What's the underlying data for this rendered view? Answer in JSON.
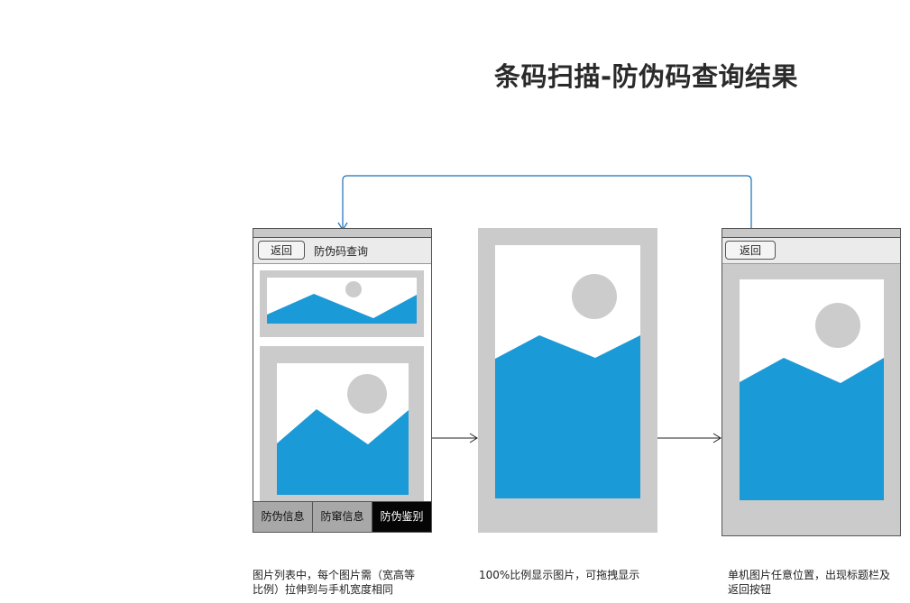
{
  "title": "条码扫描-防伪码查询结果",
  "screen1": {
    "back_label": "返回",
    "bar_title": "防伪码查询",
    "tabs": [
      {
        "label": "防伪信息",
        "active": false
      },
      {
        "label": "防窜信息",
        "active": false
      },
      {
        "label": "防伪鉴别",
        "active": true
      }
    ]
  },
  "screen3": {
    "back_label": "返回"
  },
  "captions": {
    "screen1_line1": "图片列表中，每个图片需（宽高等",
    "screen1_line2": "比例）拉伸到与手机宽度相同",
    "screen2": "100%比例显示图片，可拖拽显示",
    "screen3_line1": "单机图片任意位置，出现标题栏及",
    "screen3_line2": "返回按钮"
  },
  "colors": {
    "mountain": "#1a9ad6",
    "sun": "#cccccc",
    "frame": "#cbcbcb",
    "connector": "#1a6fb4"
  }
}
